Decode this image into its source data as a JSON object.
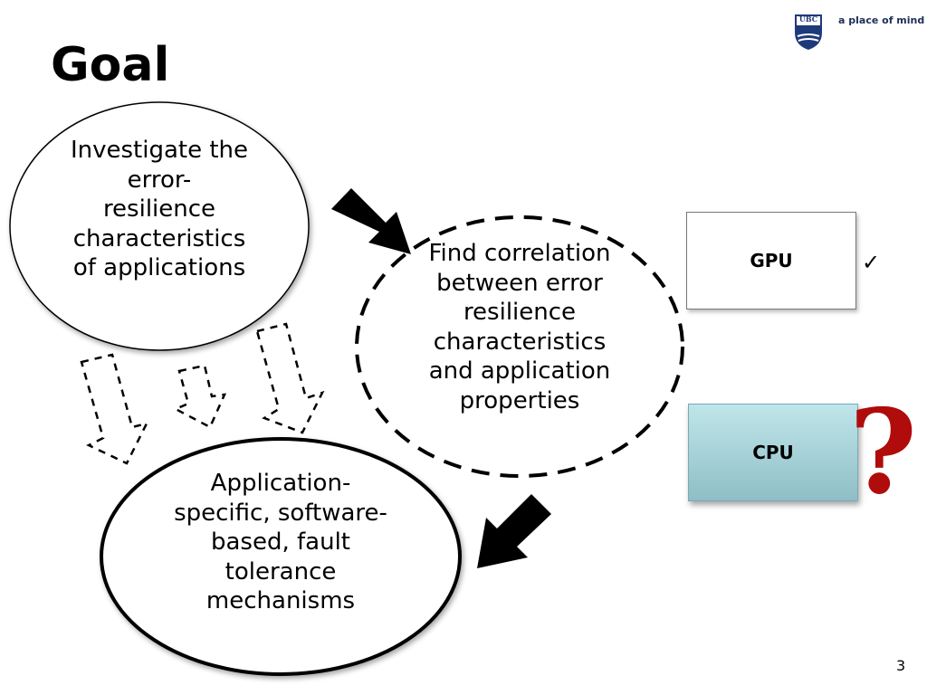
{
  "slide": {
    "title": "Goal",
    "page_number": "3"
  },
  "brand": {
    "logo_text": "UBC",
    "tagline": "a place of mind"
  },
  "ellipses": {
    "investigate": [
      "Investigate the",
      "error-",
      "resilience",
      "characteristics",
      "of applications"
    ],
    "correlation": [
      "Find correlation",
      "between error",
      "resilience",
      "characteristics",
      "and application",
      "properties"
    ],
    "mechanisms": [
      "Application-",
      "specific, software-",
      "based, fault",
      "tolerance",
      "mechanisms"
    ]
  },
  "targets": {
    "gpu_label": "GPU",
    "gpu_status": "✓",
    "cpu_label": "CPU",
    "cpu_status": "?"
  },
  "colors": {
    "question_mark": "#b00c0c",
    "cpu_box": "#a9d6dc"
  }
}
